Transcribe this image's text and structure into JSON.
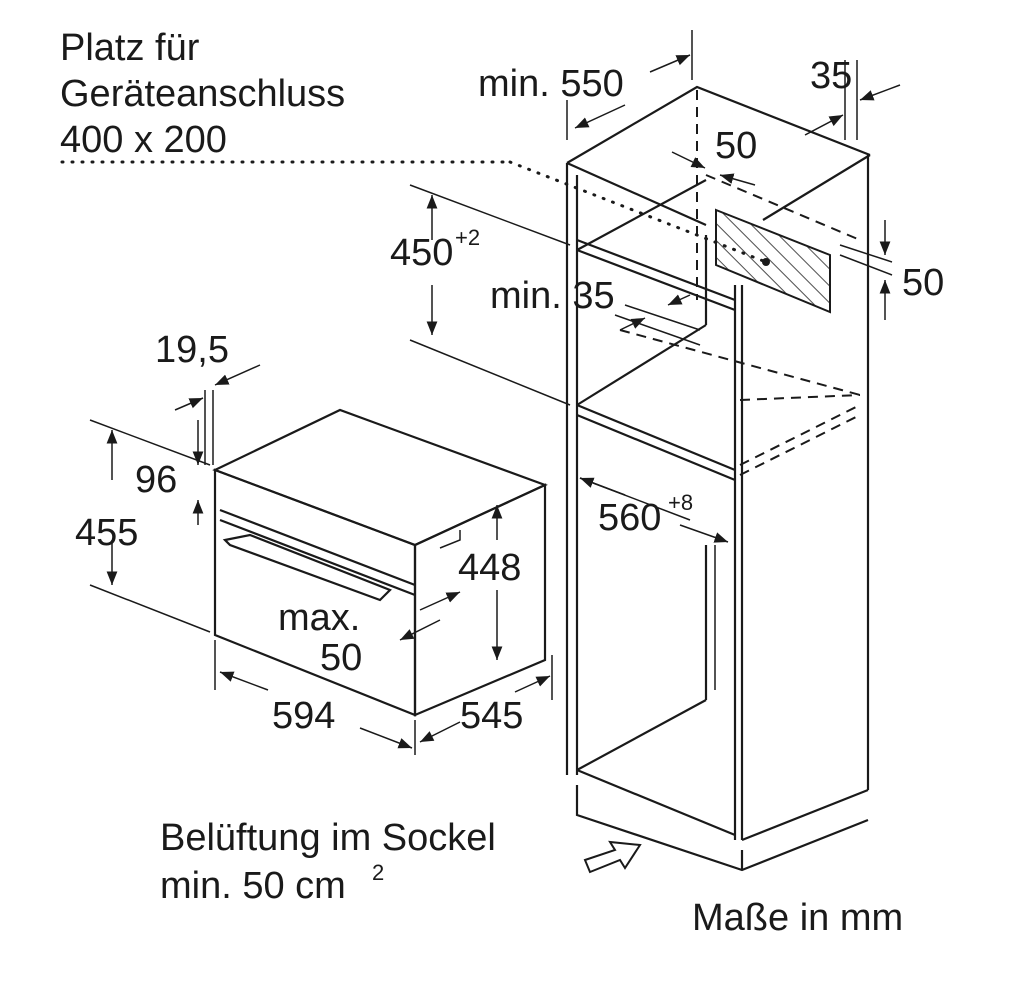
{
  "labels": {
    "connection_line1": "Platz für",
    "connection_line2": "Geräteanschluss",
    "connection_line3": "400 x 200",
    "min550": "min. 550",
    "d35_top": "35",
    "d50_top": "50",
    "d450": "450",
    "d450_tol": "+2",
    "d50_right": "50",
    "min35": "min. 35",
    "d19_5": "19,5",
    "d96": "96",
    "d455": "455",
    "d448": "448",
    "d560": "560",
    "d560_tol": "+8",
    "max": "max.",
    "max50": "50",
    "d594": "594",
    "d545": "545",
    "vent_line1": "Belüftung im Sockel",
    "vent_line2": "min. 50 cm",
    "vent_sup": "2",
    "units": "Maße in mm"
  }
}
